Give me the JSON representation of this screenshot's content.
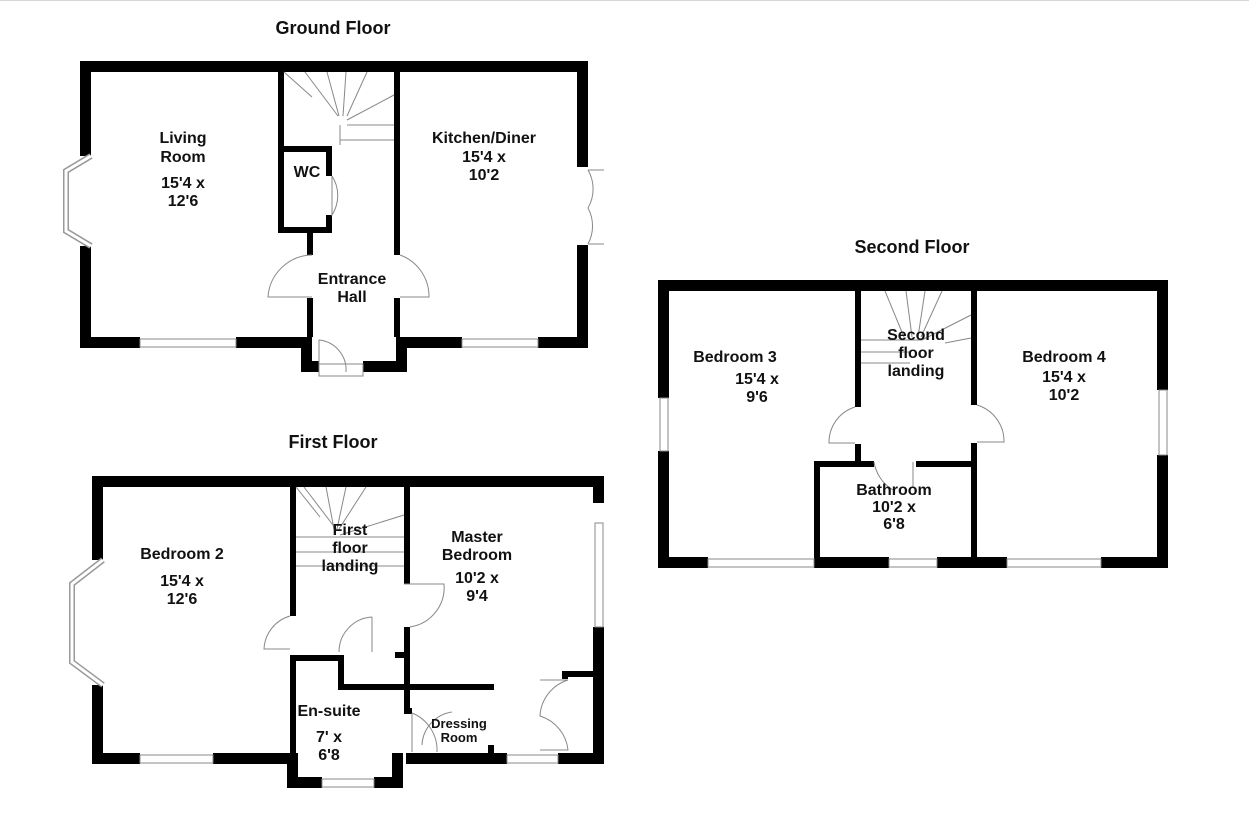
{
  "floors": [
    {
      "title": "Ground Floor",
      "rooms": [
        {
          "name_line1": "Living",
          "name_line2": "Room",
          "dim_line1": "15'4 x",
          "dim_line2": "12'6"
        },
        {
          "name_line1": "Kitchen/Diner",
          "dim_line1": "15'4 x",
          "dim_line2": "10'2"
        },
        {
          "name_line1": "WC"
        },
        {
          "name_line1": "Entrance",
          "name_line2": "Hall"
        }
      ]
    },
    {
      "title": "First Floor",
      "rooms": [
        {
          "name_line1": "Bedroom 2",
          "dim_line1": "15'4 x",
          "dim_line2": "12'6"
        },
        {
          "name_line1": "First",
          "name_line2": "floor",
          "name_line3": "landing"
        },
        {
          "name_line1": "Master",
          "name_line2": "Bedroom",
          "dim_line1": "10'2 x",
          "dim_line2": "9'4"
        },
        {
          "name_line1": "En-suite",
          "dim_line1": "7' x",
          "dim_line2": "6'8"
        },
        {
          "name_line1": "Dressing",
          "name_line2": "Room"
        }
      ]
    },
    {
      "title": "Second Floor",
      "rooms": [
        {
          "name_line1": "Bedroom 3",
          "dim_line1": "15'4 x",
          "dim_line2": "9'6"
        },
        {
          "name_line1": "Second",
          "name_line2": "floor",
          "name_line3": "landing"
        },
        {
          "name_line1": "Bedroom 4",
          "dim_line1": "15'4 x",
          "dim_line2": "10'2"
        },
        {
          "name_line1": "Bathroom",
          "dim_line1": "10'2 x",
          "dim_line2": "6'8"
        }
      ]
    }
  ]
}
